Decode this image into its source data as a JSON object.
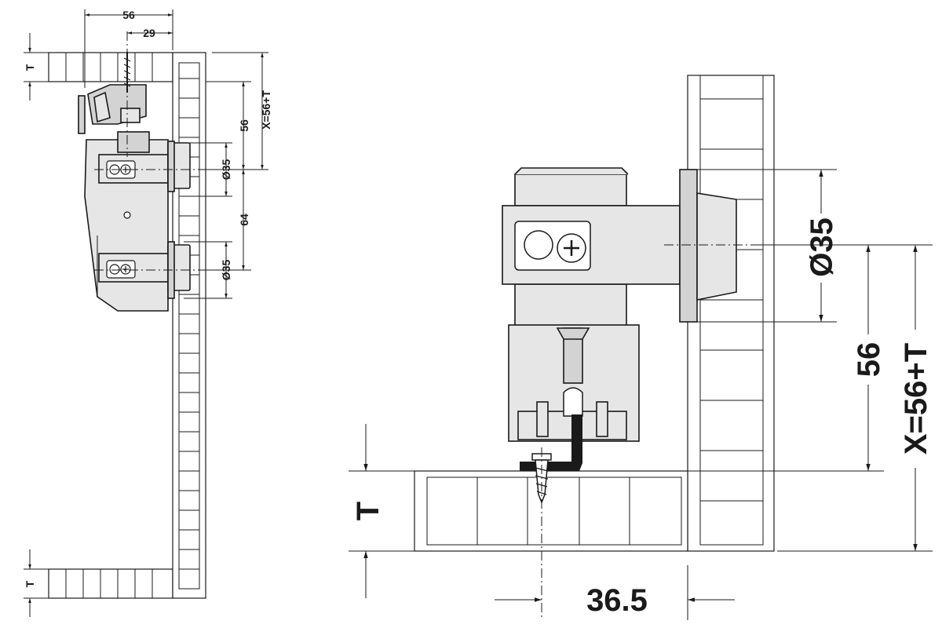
{
  "left_view": {
    "dim_width": "56",
    "dim_offset": "29",
    "dim_thickness_top": "T",
    "dim_thickness_bottom": "T",
    "dim_height": "56",
    "dim_total": "X=56+T",
    "dim_bore_top": "Ø35",
    "dim_bore_spacing": "64",
    "dim_bore_bottom": "Ø35"
  },
  "right_view": {
    "dim_bore": "Ø35",
    "dim_height": "56",
    "dim_total": "X=56+T",
    "dim_thickness": "T",
    "dim_offset": "36.5"
  }
}
